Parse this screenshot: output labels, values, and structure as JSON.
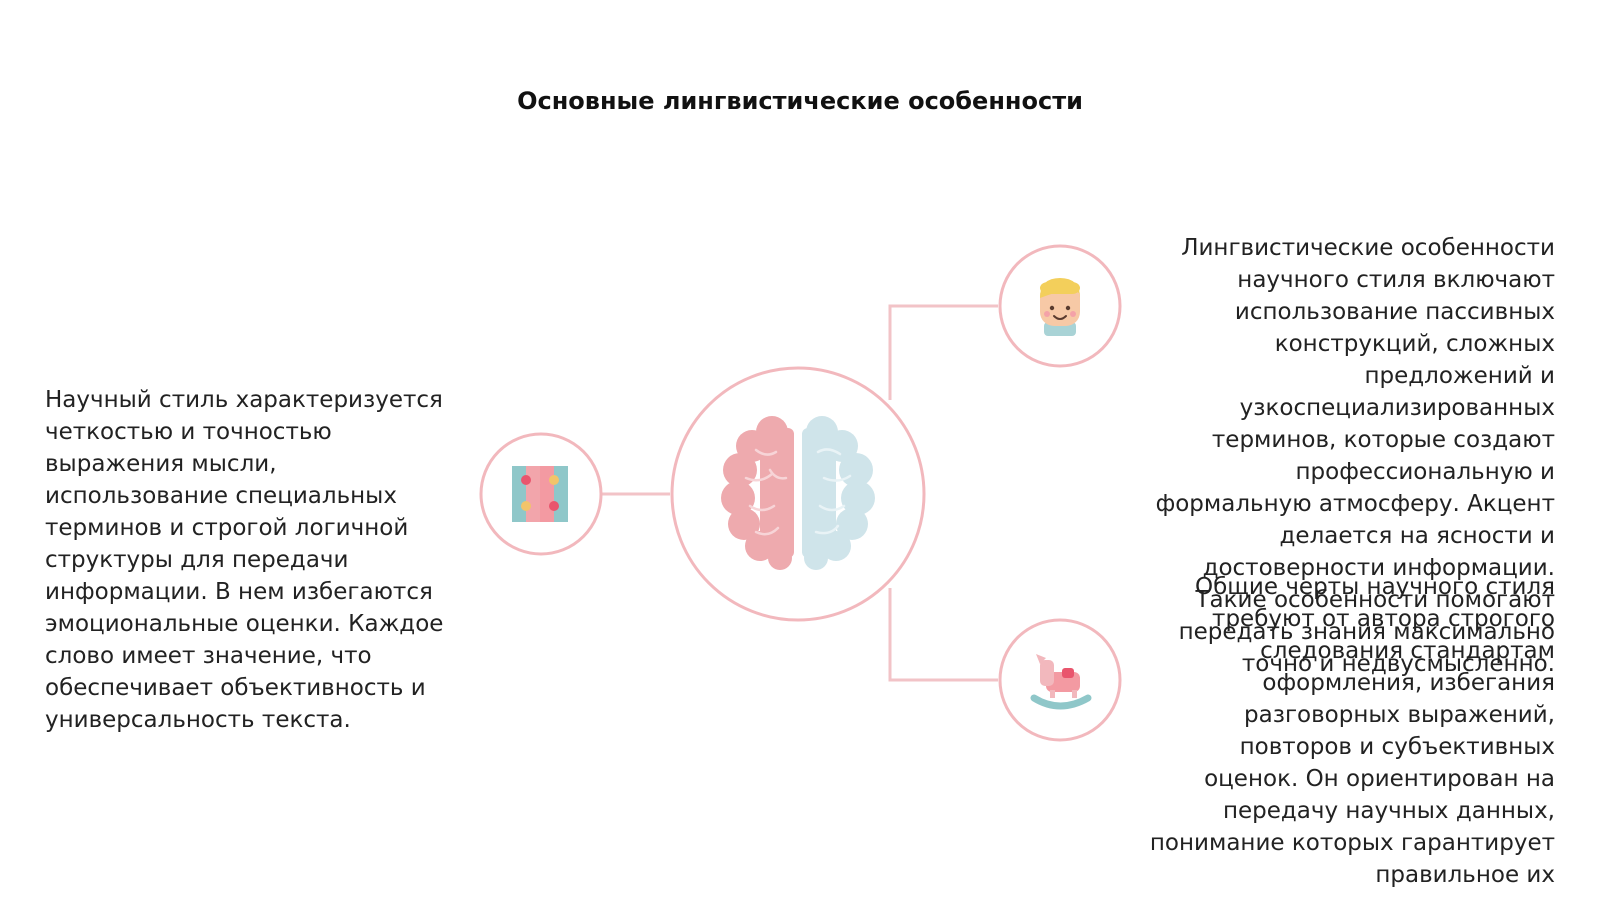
{
  "title": "Основные лингвистические особенности",
  "left_text": "Научный стиль характеризуется четкостью и точностью выражения мысли, использование специальных терминов и строгой логичной структуры для передачи информации. В нем избегаются эмоциональные оценки. Каждое слово имеет значение, что обеспечивает объективность и универсальность текста.",
  "right_text_1": "Лингвистические особенности научного стиля включают использование пассивных конструкций, сложных предложений и узкоспециализированных терминов, которые создают профессиональную и формальную атмосферу. Акцент делается на ясности и достоверности информации. Такие особенности помогают передать знания максимально точно и недвусмысленно.",
  "right_text_2": "Общие черты научного стиля требуют от автора строгого следования стандартам оформления, избегания разговорных выражений, повторов и субъективных оценок. Он ориентирован на передачу научных данных, понимание которых гарантирует правильное их",
  "icons": {
    "center": "brain-icon",
    "left": "puzzle-icon",
    "top_right": "child-face-icon",
    "bottom_right": "rocking-horse-icon"
  },
  "colors": {
    "accent_pink": "#f2b8bd",
    "brain_pink": "#eeaaae",
    "brain_blue": "#cfe4ea"
  }
}
